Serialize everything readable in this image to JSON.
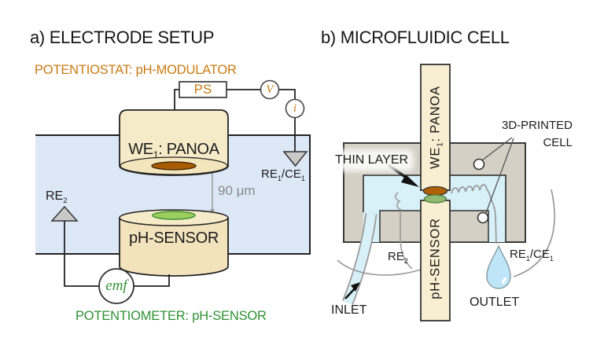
{
  "panel_a": {
    "title": "a) ELECTRODE SETUP",
    "potentiostat_label": "POTENTIOSTAT: pH-MODULATOR",
    "ps_label": "PS",
    "voltmeter_label": "V",
    "ammeter_label": "i",
    "we1_label": {
      "base": "WE",
      "sub": "1",
      "rest": ": PANOA"
    },
    "re1ce1_label": {
      "p1": "RE",
      "s1": "1",
      "p2": "/CE",
      "s2": "1"
    },
    "gap_label": "90 μm",
    "re2_label": {
      "base": "RE",
      "sub": "2"
    },
    "ph_sensor_label": "pH-SENSOR",
    "emf_label": "emf",
    "potentiometer_label": "POTENTIOMETER: pH-SENSOR"
  },
  "panel_b": {
    "title": "b) MICROFLUIDIC CELL",
    "we1_label": {
      "base": "WE",
      "sub": "1",
      "rest": ": PANOA"
    },
    "thin_layer_label": "THIN LAYER",
    "printed_cell_line1": "3D-PRINTED",
    "printed_cell_line2": "CELL",
    "ph_sensor_label": "pH-SENSOR",
    "re2_label": {
      "base": "RE",
      "sub": "2"
    },
    "re1ce1_label": {
      "p1": "RE",
      "s1": "1",
      "p2": "/CE",
      "s2": "1"
    },
    "inlet_label": "INLET",
    "outlet_label": "OUTLET"
  },
  "colors": {
    "orange_text": "#c87a12",
    "green_text": "#2e9133",
    "solution_blue": "#dce8f6",
    "fluid_blue": "#d8f0f8",
    "droplet_blue": "#bfe6f8",
    "cream": "#f6ebc9",
    "bar_cream": "#f8eed2",
    "plate_gray": "#d4d0c5",
    "electrode_brown": "#a85c00",
    "electrode_green": "#9ccf60"
  }
}
